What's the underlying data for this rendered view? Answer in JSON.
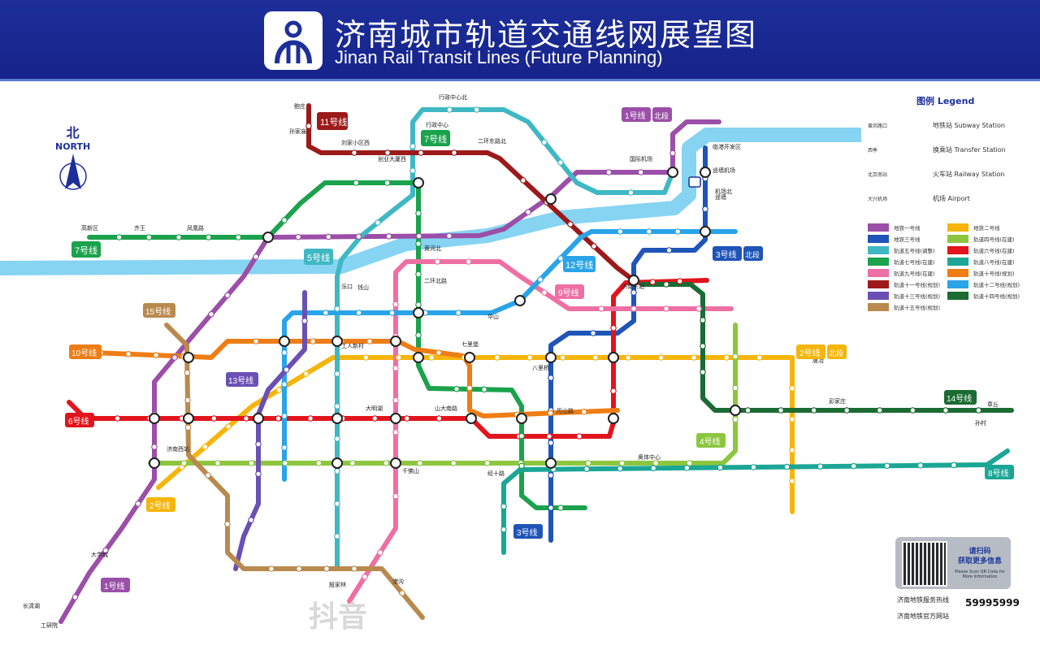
{
  "header": {
    "title_cn": "济南城市轨道交通线网展望图",
    "title_en": "Jinan Rail Transit Lines (Future Planning)",
    "logo": "jinan-metro-logo"
  },
  "compass": {
    "cn": "北",
    "en": "NORTH"
  },
  "lines": [
    {
      "id": "1",
      "label": "1号线",
      "color": "#9b4fa8"
    },
    {
      "id": "2",
      "label": "2号线",
      "color": "#f5b50a"
    },
    {
      "id": "3",
      "label": "3号线",
      "color": "#1f54b8"
    },
    {
      "id": "4",
      "label": "4号线",
      "color": "#8cc63f"
    },
    {
      "id": "5",
      "label": "5号线",
      "color": "#3fb8c4"
    },
    {
      "id": "6",
      "label": "6号线",
      "color": "#e2141c"
    },
    {
      "id": "7",
      "label": "7号线",
      "color": "#1aa24c"
    },
    {
      "id": "8",
      "label": "8号线",
      "color": "#1ba696"
    },
    {
      "id": "9",
      "label": "9号线",
      "color": "#ee6fa3"
    },
    {
      "id": "10",
      "label": "10号线",
      "color": "#ee7d14"
    },
    {
      "id": "11",
      "label": "11号线",
      "color": "#9c1a1a"
    },
    {
      "id": "12",
      "label": "12号线",
      "color": "#2aa4e8"
    },
    {
      "id": "13",
      "label": "13号线",
      "color": "#6a50b4"
    },
    {
      "id": "14",
      "label": "14号线",
      "color": "#1b6b33"
    },
    {
      "id": "15",
      "label": "15号线",
      "color": "#b98a4e"
    }
  ],
  "river_color": "#86d4f2",
  "badges": {
    "north_section": "北段",
    "l11": "11号线",
    "l7a": "7号线",
    "l7b": "7号线",
    "l5": "5号线",
    "l1n": "1号线",
    "l3n": "3号线",
    "l12": "12号线",
    "l9": "9号线",
    "l15": "15号线",
    "l10": "10号线",
    "l13": "13号线",
    "l6": "6号线",
    "l2": "2号线",
    "l1": "1号线",
    "l3": "3号线",
    "l4": "4号线",
    "l8": "8号线",
    "l14": "14号线",
    "l2n": "2号线"
  },
  "stations": [
    "行政中心北",
    "行政中心",
    "二环东路北",
    "国际机场",
    "遥墙机场",
    "临港开发区",
    "孙家庙",
    "鲍庄",
    "刘家小区西",
    "创业大厦西",
    "高新区",
    "齐王",
    "凤凰路",
    "钱山",
    "殷家林",
    "港沟",
    "黄河北",
    "泺口",
    "工人新村",
    "大明湖",
    "山大南路",
    "七里堡",
    "千佛山",
    "济南西站",
    "八里桥",
    "大学城",
    "长清湖",
    "工研院",
    "章丘",
    "奥体中心",
    "二环北路",
    "华山",
    "唐冶",
    "彭家庄",
    "遥墙",
    "机场北",
    "孙村",
    "济南东站",
    "历山路",
    "经十路"
  ],
  "legend": {
    "title": "图例 Legend",
    "subway_station": "地铁站 Subway Station",
    "transfer_station": "换乘站 Transfer Station",
    "railway_station": "火车站 Railway Station",
    "airport": "机场 Airport",
    "sample_station": "黄岗路口",
    "sample_transfer": "西季",
    "sample_rail": "北京南站",
    "sample_airport": "大兴机场",
    "items": [
      {
        "label": "地铁一号线",
        "color": "#9b4fa8"
      },
      {
        "label": "地铁二号线",
        "color": "#f5b50a"
      },
      {
        "label": "地铁三号线",
        "color": "#1f54b8"
      },
      {
        "label": "轨道四号线(在建)",
        "color": "#8cc63f"
      },
      {
        "label": "轨道五号线(调整)",
        "color": "#3fb8c4"
      },
      {
        "label": "轨道六号线(在建)",
        "color": "#e2141c"
      },
      {
        "label": "轨道七号线(在建)",
        "color": "#1aa24c"
      },
      {
        "label": "轨道八号线(在建)",
        "color": "#1ba696"
      },
      {
        "label": "轨道九号线(在建)",
        "color": "#ee6fa3"
      },
      {
        "label": "轨道十号线(规划)",
        "color": "#ee7d14"
      },
      {
        "label": "轨道十一号线(规划)",
        "color": "#9c1a1a"
      },
      {
        "label": "轨道十二号线(规划)",
        "color": "#2aa4e8"
      },
      {
        "label": "轨道十三号线(规划)",
        "color": "#6a50b4"
      },
      {
        "label": "轨道十四号线(规划)",
        "color": "#1b6b33"
      },
      {
        "label": "轨道十五号线(规划)",
        "color": "#b98a4e"
      }
    ]
  },
  "qr": {
    "line1": "请扫码",
    "line2": "获取更多信息",
    "en": "Please Scan QR Code for More Information"
  },
  "hotline": {
    "label": "济南地铁服务热线",
    "number": "59995999",
    "site_label": "济南地铁官方网站"
  },
  "watermark": "抖音"
}
